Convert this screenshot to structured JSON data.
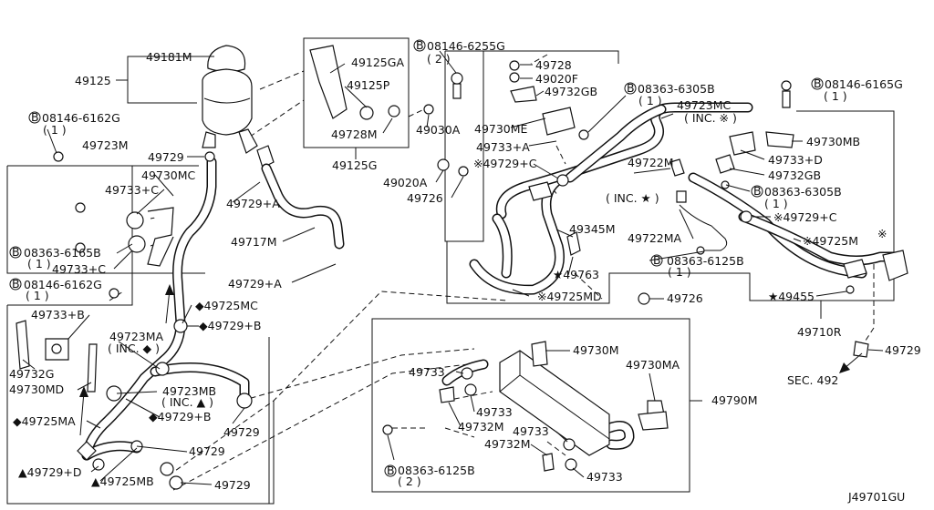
{
  "diagram_code": "J49701GU",
  "sec_ref": "SEC. 492",
  "marker_b": "B",
  "labels": {
    "l49181M": "49181M",
    "l49125": "49125",
    "l49125GA": "49125GA",
    "l49125P": "49125P",
    "l49728M": "49728M",
    "l49125G": "49125G",
    "l49030A": "49030A",
    "l08146_6255G": "08146-6255G",
    "q2a": "( 2 )",
    "l49728": "49728",
    "l49020F": "49020F",
    "l49732GB_a": "49732GB",
    "l49730ME": "49730ME",
    "l49733A": "49733+A",
    "l08363_6305B_a": "08363-6305B",
    "q1a": "( 1 )",
    "l49723MC": "49723MC",
    "incx": "( INC. ※ )",
    "l08146_6165G": "08146-6165G",
    "q1b": "( 1 )",
    "l49730MB": "49730MB",
    "l49733D": "49733+D",
    "l49732GB_b": "49732GB",
    "l08363_6305B_b": "08363-6305B",
    "q1c": "( 1 )",
    "l49729C_a": "※49729+C",
    "l49729C_b": "※49729+C",
    "l49020A": "49020A",
    "l49726_a": "49726",
    "l49722M": "49722M",
    "incstar": "( INC. ★ )",
    "l49345M": "49345M",
    "l49722MA": "49722MA",
    "l08363_6125B_a": "08363-6125B",
    "q1d": "( 1 )",
    "l49725M": "※49725M",
    "l49763": "★49763",
    "l49725MD": "※49725MD",
    "l49726_b": "49726",
    "l49455": "★49455",
    "l49710R": "49710R",
    "l49729_r": "49729",
    "star_mark": "※",
    "l08146_6162G_a": "08146-6162G",
    "q1e": "( 1 )",
    "l49723M": "49723M",
    "l49729_t": "49729",
    "l49730MC": "49730MC",
    "l49733C_a": "49733+C",
    "l08363_6165B": "08363-6165B",
    "q1f": "( 1 )",
    "l49733C_b": "49733+C",
    "l49729A_a": "49729+A",
    "l49717M": "49717M",
    "l49729A_b": "49729+A",
    "l08146_6162G_b": "08146-6162G",
    "q1g": "( 1 )",
    "l49733B": "49733+B",
    "l49732G": "49732G",
    "l49730MD": "49730MD",
    "l49723MA": "49723MA",
    "incdia": "( INC. ◆ )",
    "l49725MC": "◆49725MC",
    "l49729B_a": "◆49729+B",
    "l49723MB": "49723MB",
    "inctri": "( INC. ▲ )",
    "l49729B_b": "◆49729+B",
    "l49729_m": "49729",
    "l49725MA": "◆49725MA",
    "l49729_b1": "49729",
    "l49729D": "▲49729+D",
    "l49725MB": "▲49725MB",
    "l49729_b2": "49729",
    "l49730M": "49730M",
    "l49733_a": "49733",
    "l49733_b": "49733",
    "l49730MA": "49730MA",
    "l49790M": "49790M",
    "l49732M_a": "49732M",
    "l49733_c": "49733",
    "l49732M_b": "49732M",
    "l49733_d": "49733",
    "l08363_6125B_b": "08363-6125B",
    "q2b": "( 2 )"
  }
}
